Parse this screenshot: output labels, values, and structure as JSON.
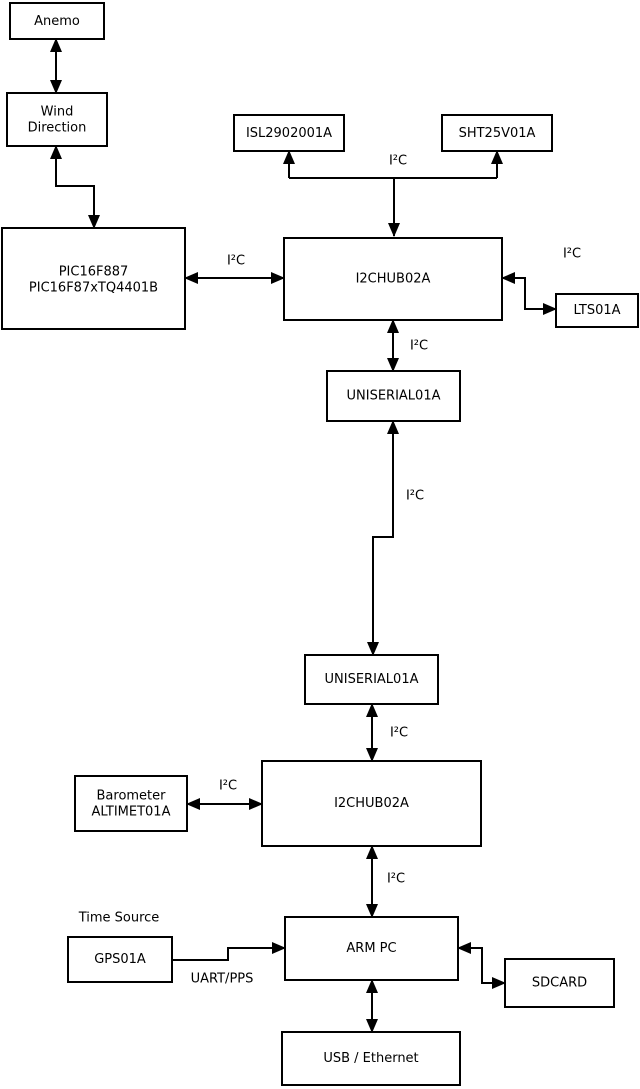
{
  "colors": {
    "background": "#ffffff",
    "line": "#000000",
    "text": "#000000",
    "box_fill": "#ffffff"
  },
  "nodes": {
    "anemo": {
      "label": "Anemo"
    },
    "wind_direction": {
      "lines": [
        "Wind",
        "Direction"
      ]
    },
    "pic": {
      "lines": [
        "PIC16F887",
        "PIC16F87xTQ4401B"
      ]
    },
    "isl2902001a": {
      "label": "ISL2902001A"
    },
    "sht25v01a": {
      "label": "SHT25V01A"
    },
    "i2chub_top": {
      "label": "I2CHUB02A"
    },
    "lts01a": {
      "label": "LTS01A"
    },
    "uniserial_top": {
      "label": "UNISERIAL01A"
    },
    "uniserial_bottom": {
      "label": "UNISERIAL01A"
    },
    "barometer": {
      "lines": [
        "Barometer",
        "ALTIMET01A"
      ]
    },
    "i2chub_bottom": {
      "label": "I2CHUB02A"
    },
    "arm_pc": {
      "label": "ARM PC"
    },
    "gps01a": {
      "label": "GPS01A"
    },
    "sdcard": {
      "label": "SDCARD"
    },
    "usb_ethernet": {
      "label": "USB / Ethernet"
    }
  },
  "edge_labels": {
    "i2c": "I²C",
    "uart_pps": "UART/PPS",
    "time_source": "Time Source"
  },
  "edges": [
    {
      "from": "anemo",
      "to": "wind_direction",
      "style": "bidirectional",
      "label": ""
    },
    {
      "from": "wind_direction",
      "to": "pic",
      "style": "bidirectional",
      "label": ""
    },
    {
      "from": "pic",
      "to": "i2chub_top",
      "style": "bidirectional",
      "label": "I²C"
    },
    {
      "from": "i2chub_top",
      "to": "isl2902001a",
      "style": "bus",
      "label": "I²C"
    },
    {
      "from": "i2chub_top",
      "to": "sht25v01a",
      "style": "bus",
      "label": "I²C"
    },
    {
      "from": "i2chub_top",
      "to": "lts01a",
      "style": "bidirectional",
      "label": "I²C"
    },
    {
      "from": "i2chub_top",
      "to": "uniserial_top",
      "style": "bidirectional",
      "label": "I²C"
    },
    {
      "from": "uniserial_top",
      "to": "uniserial_bottom",
      "style": "bidirectional",
      "label": "I²C"
    },
    {
      "from": "uniserial_bottom",
      "to": "i2chub_bottom",
      "style": "bidirectional",
      "label": "I²C"
    },
    {
      "from": "barometer",
      "to": "i2chub_bottom",
      "style": "bidirectional",
      "label": "I²C"
    },
    {
      "from": "i2chub_bottom",
      "to": "arm_pc",
      "style": "bidirectional",
      "label": "I²C"
    },
    {
      "from": "gps01a",
      "to": "arm_pc",
      "style": "directed",
      "label": "UART/PPS"
    },
    {
      "from": "arm_pc",
      "to": "sdcard",
      "style": "bidirectional",
      "label": ""
    },
    {
      "from": "arm_pc",
      "to": "usb_ethernet",
      "style": "bidirectional",
      "label": ""
    }
  ]
}
